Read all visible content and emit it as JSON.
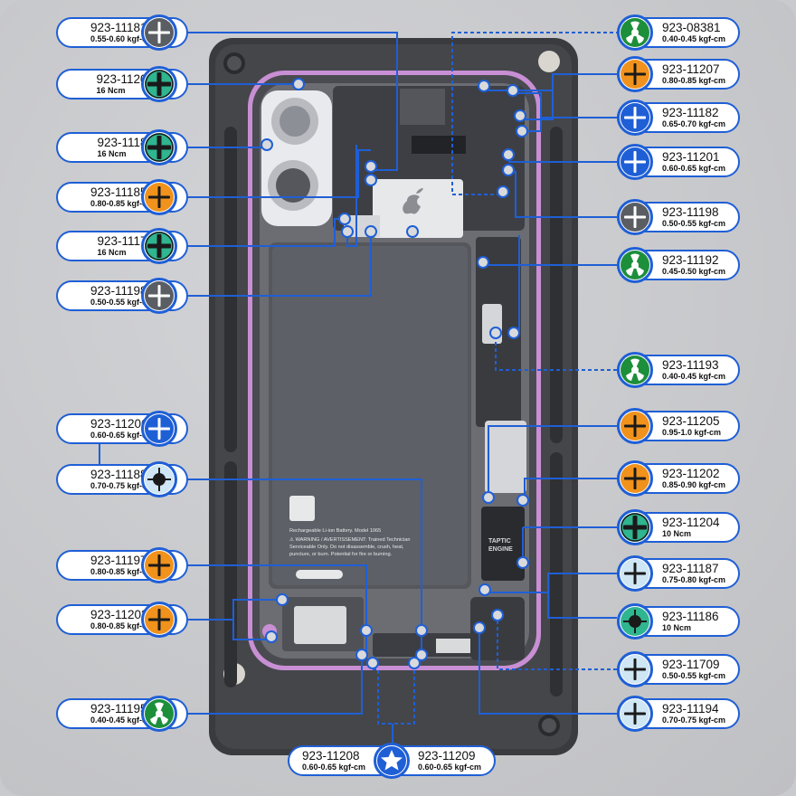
{
  "colors": {
    "accent": "#1f5fd6",
    "gray": "#5a5e63",
    "green": "#1d8f3b",
    "orange": "#f0921c",
    "blue": "#1f5fd6",
    "teal": "#2fb58f",
    "light": "#cfe6f4"
  },
  "battery": {
    "line1": "Rechargeable Li-ion Battery. Model 1065",
    "line2": "⚠ WARNING / AVERTISSEMENT: Trained Technician",
    "line3": "Serviceable Only. Do not disassemble, crush, heat,",
    "line4": "puncture, or burn. Potential for fire or burning."
  },
  "taptic": {
    "line1": "TAPTIC",
    "line2": "ENGINE"
  },
  "left_labels": [
    {
      "part": "923-11181",
      "spec": "0.55-0.60 kgf-cm",
      "icon": "cross",
      "color": "gray"
    },
    {
      "part": "923-11200",
      "spec": "16 Ncm",
      "icon": "cross-thick",
      "color": "teal"
    },
    {
      "part": "923-11180",
      "spec": "16 Ncm",
      "icon": "cross-thick",
      "color": "teal"
    },
    {
      "part": "923-11185",
      "spec": "0.80-0.85 kgf-cm",
      "icon": "cross",
      "color": "orange"
    },
    {
      "part": "923-11177",
      "spec": "16 Ncm",
      "icon": "cross-thick",
      "color": "teal"
    },
    {
      "part": "923-11198",
      "spec": "0.50-0.55 kgf-cm",
      "icon": "cross",
      "color": "gray"
    },
    {
      "part": "923-11206",
      "spec": "0.60-0.65 kgf-cm",
      "icon": "cross",
      "color": "blue"
    },
    {
      "part": "923-11188",
      "spec": "0.70-0.75 kgf-cm",
      "icon": "cross-dot",
      "color": "light"
    },
    {
      "part": "923-11197",
      "spec": "0.80-0.85 kgf-cm",
      "icon": "cross",
      "color": "orange"
    },
    {
      "part": "923-11203",
      "spec": "0.80-0.85 kgf-cm",
      "icon": "cross",
      "color": "orange"
    },
    {
      "part": "923-11195",
      "spec": "0.40-0.45 kgf-cm",
      "icon": "tri",
      "color": "green"
    }
  ],
  "right_labels": [
    {
      "part": "923-08381",
      "spec": "0.40-0.45 kgf-cm",
      "icon": "tri",
      "color": "green"
    },
    {
      "part": "923-11207",
      "spec": "0.80-0.85 kgf-cm",
      "icon": "cross",
      "color": "orange"
    },
    {
      "part": "923-11182",
      "spec": "0.65-0.70 kgf-cm",
      "icon": "cross",
      "color": "blue"
    },
    {
      "part": "923-11201",
      "spec": "0.60-0.65 kgf-cm",
      "icon": "cross",
      "color": "blue"
    },
    {
      "part": "923-11198",
      "spec": "0.50-0.55 kgf-cm",
      "icon": "cross",
      "color": "gray"
    },
    {
      "part": "923-11192",
      "spec": "0.45-0.50 kgf-cm",
      "icon": "tri",
      "color": "green"
    },
    {
      "part": "923-11193",
      "spec": "0.40-0.45 kgf-cm",
      "icon": "tri",
      "color": "green"
    },
    {
      "part": "923-11205",
      "spec": "0.95-1.0 kgf-cm",
      "icon": "cross",
      "color": "orange"
    },
    {
      "part": "923-11202",
      "spec": "0.85-0.90 kgf-cm",
      "icon": "cross",
      "color": "orange"
    },
    {
      "part": "923-11204",
      "spec": "10 Ncm",
      "icon": "cross-thick",
      "color": "teal"
    },
    {
      "part": "923-11187",
      "spec": "0.75-0.80 kgf-cm",
      "icon": "cross",
      "color": "light"
    },
    {
      "part": "923-11186",
      "spec": "10 Ncm",
      "icon": "cross-dot",
      "color": "teal"
    },
    {
      "part": "923-11709",
      "spec": "0.50-0.55 kgf-cm",
      "icon": "cross",
      "color": "light"
    },
    {
      "part": "923-11194",
      "spec": "0.70-0.75 kgf-cm",
      "icon": "cross",
      "color": "light"
    }
  ],
  "bottom_label": {
    "part_left": "923-11208",
    "spec_left": "0.60-0.65 kgf-cm",
    "part_right": "923-11209",
    "spec_right": "0.60-0.65 kgf-cm",
    "icon": "star",
    "color": "blue"
  }
}
